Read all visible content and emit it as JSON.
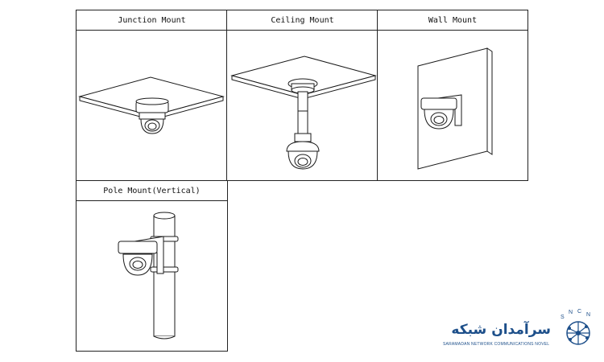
{
  "panels": [
    {
      "title": "Junction Mount"
    },
    {
      "title": "Ceiling Mount"
    },
    {
      "title": "Wall Mount"
    },
    {
      "title": "Pole Mount(Vertical)"
    }
  ],
  "logo": {
    "name": "سرآمدان شبکه",
    "tagline": "SARAMADAN NETWORK COMMUNICATIONS NOVEL",
    "letters": [
      "S",
      "N",
      "C",
      "N"
    ],
    "color": "#1d4f8a"
  }
}
